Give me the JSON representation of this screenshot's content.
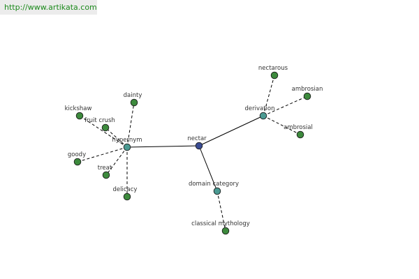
{
  "header": {
    "url": "http://www.artikata.com"
  },
  "colors": {
    "center_node": "#3a4c93",
    "relation_node": "#4b9a92",
    "leaf_node": "#3d8a3d",
    "edge": "#000000",
    "label": "#333333"
  },
  "graph": {
    "center": "nectar",
    "relations": [
      {
        "id": "hypernym",
        "label": "hypernym",
        "children": [
          "dainty",
          "kickshaw",
          "fruit crush",
          "goody",
          "treat",
          "delicacy"
        ]
      },
      {
        "id": "derivation",
        "label": "derivation",
        "children": [
          "nectarous",
          "ambrosian",
          "ambrosial"
        ]
      },
      {
        "id": "domain-category",
        "label": "domain category",
        "children": [
          "classical mythology"
        ]
      }
    ]
  }
}
